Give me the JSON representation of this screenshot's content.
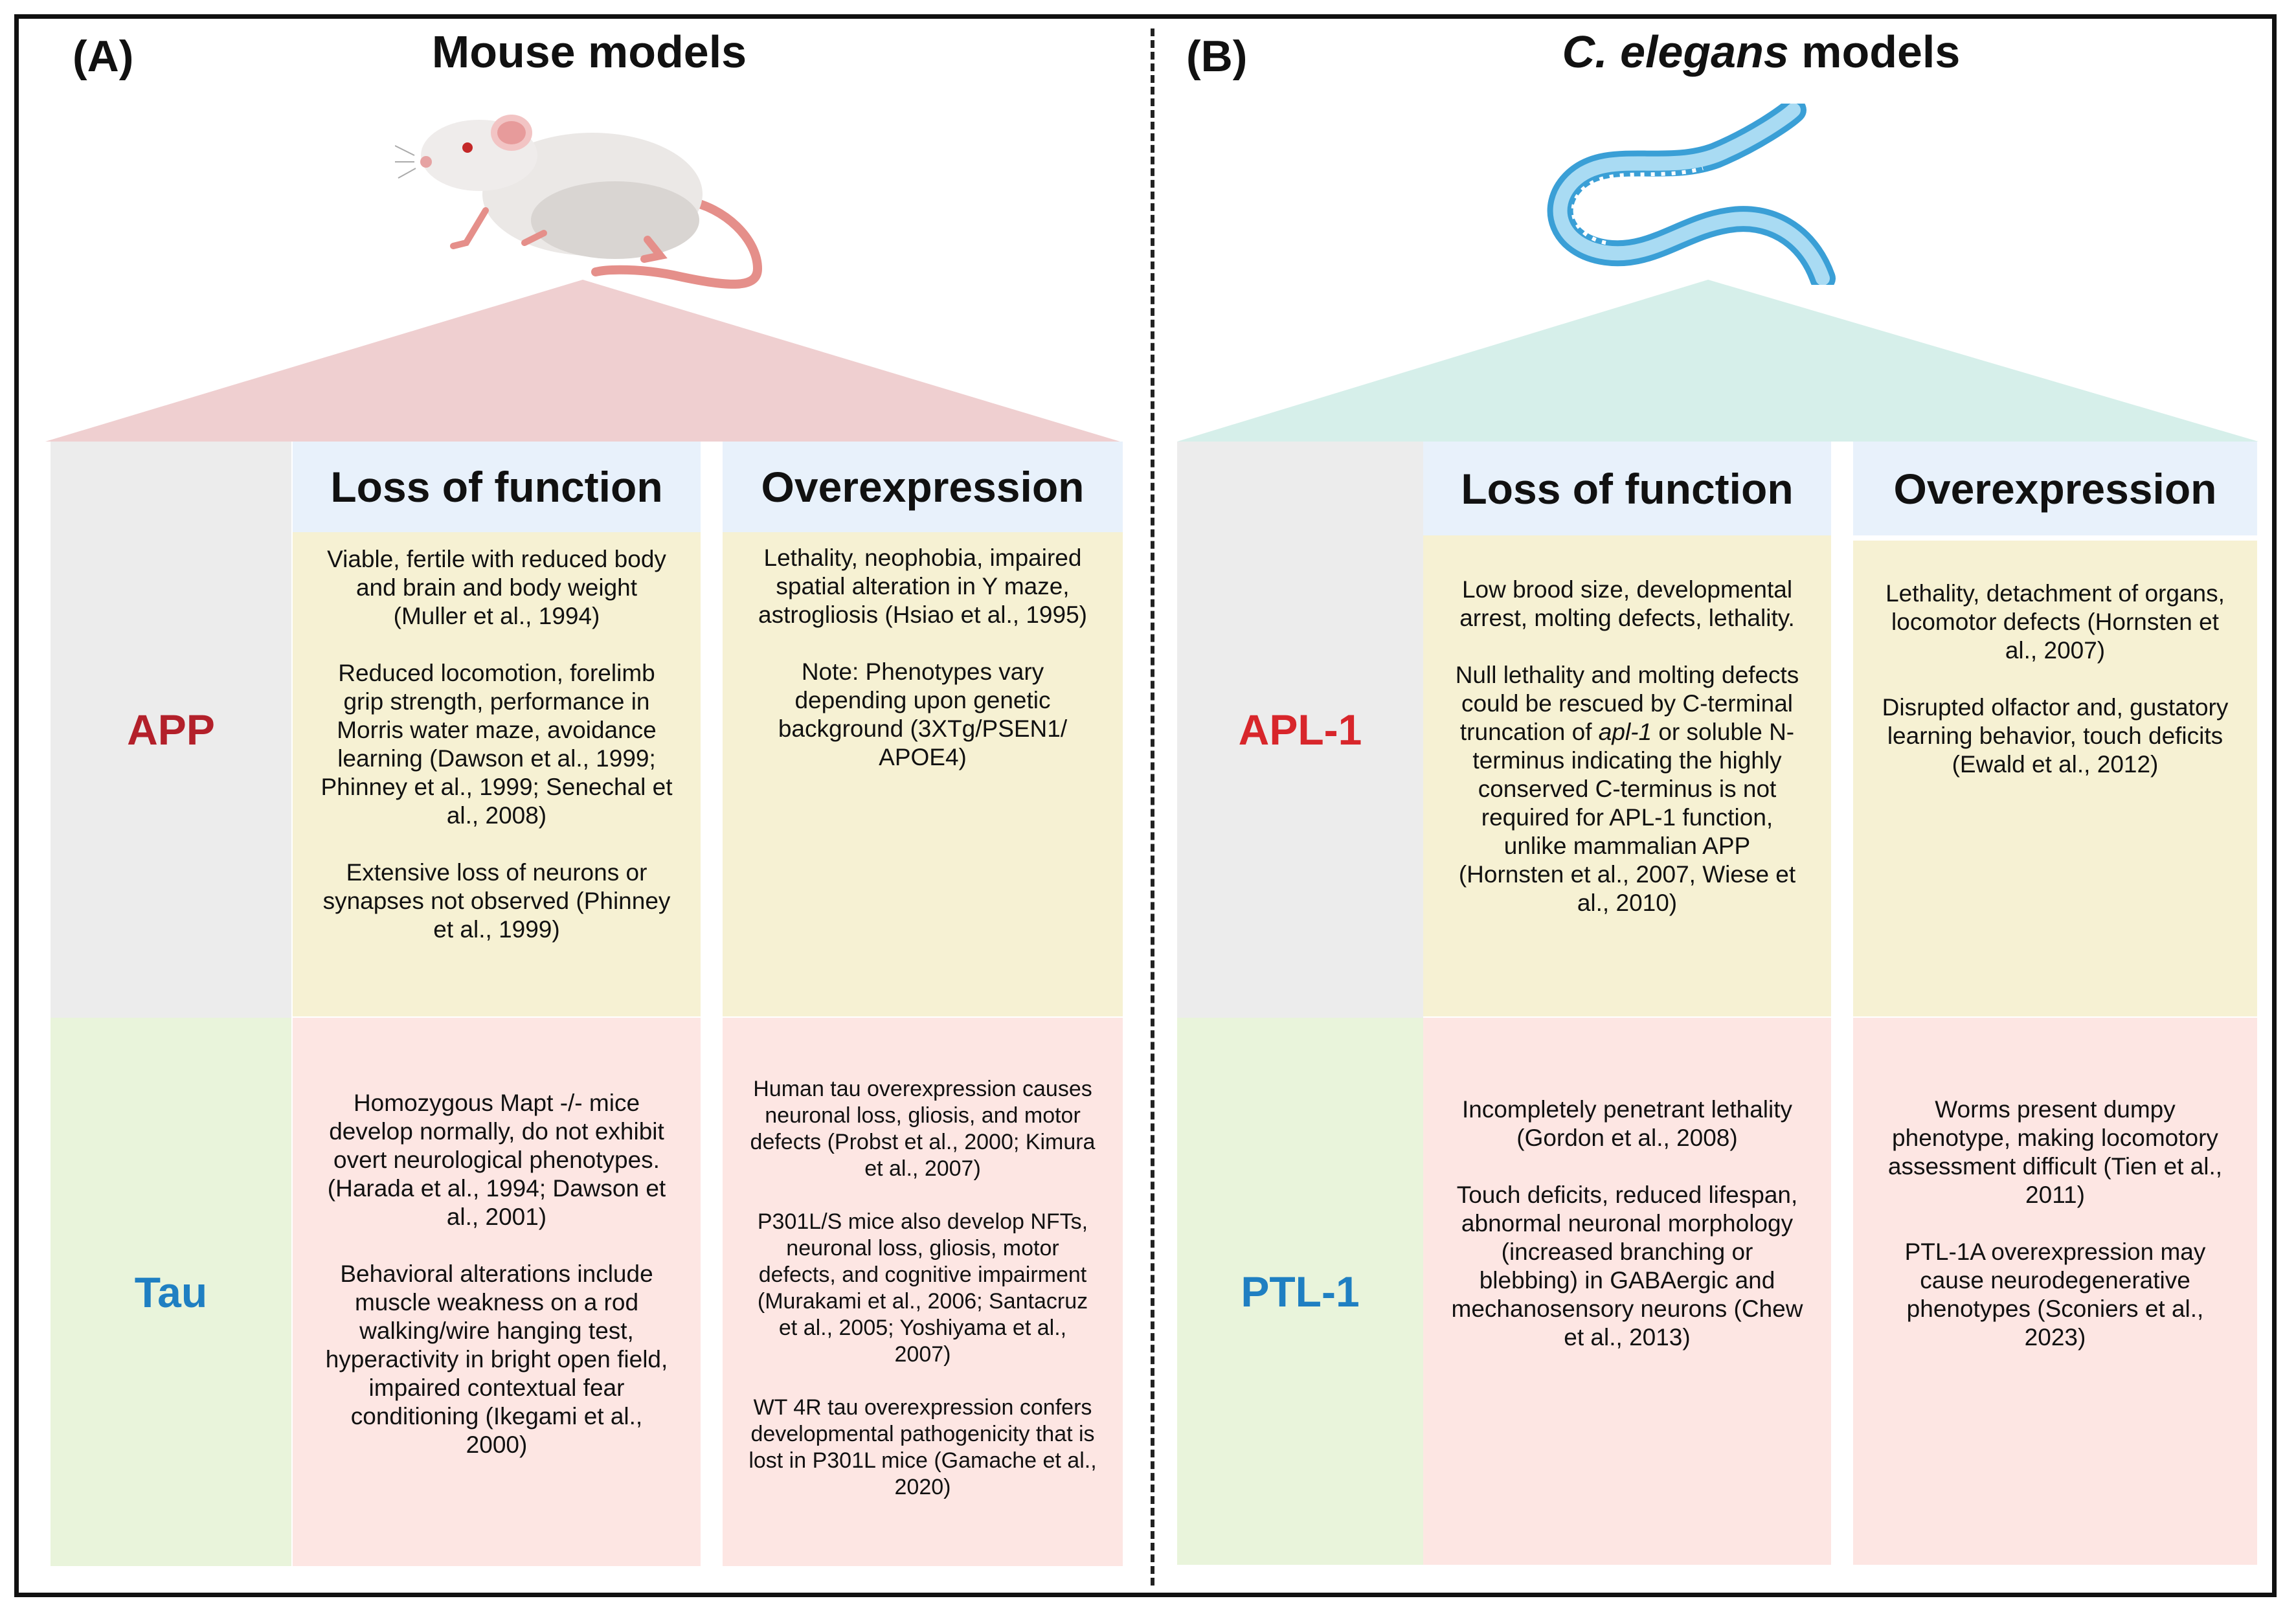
{
  "panel_a": {
    "letter": "(A)",
    "title": "Mouse models",
    "col_headers": [
      "Loss of function",
      "Overexpression"
    ],
    "rows": [
      {
        "label": "APP",
        "label_color": "#b3202a",
        "loss": [
          "Viable, fertile with reduced body and brain and body weight (Muller et al., 1994)",
          "Reduced locomotion, forelimb grip strength, performance in Morris water maze, avoidance learning (Dawson et al., 1999; Phinney et al., 1999; Senechal et al., 2008)",
          "Extensive loss of neurons or synapses not observed (Phinney et al., 1999)"
        ],
        "over": [
          "Lethality, neophobia, impaired spatial alteration in Y maze, astrogliosis (Hsiao et al., 1995)",
          "Note: Phenotypes vary depending upon genetic background (3XTg/PSEN1/ APOE4)"
        ]
      },
      {
        "label": "Tau",
        "label_color": "#1f7fc2",
        "loss": [
          "Homozygous Mapt -/- mice develop normally, do not exhibit overt neurological phenotypes. (Harada et al., 1994; Dawson et al., 2001)",
          "Behavioral alterations include muscle weakness on a rod walking/wire hanging test, hyperactivity in bright open field, impaired contextual fear conditioning (Ikegami et al., 2000)"
        ],
        "over": [
          "Human tau overexpression causes neuronal loss, gliosis, and motor defects (Probst et al., 2000; Kimura et al., 2007)",
          "P301L/S mice also develop NFTs, neuronal loss, gliosis, motor defects, and cognitive impairment (Murakami et al., 2006; Santacruz et al., 2005; Yoshiyama et al., 2007)",
          "WT 4R tau overexpression confers developmental pathogenicity that is lost in P301L mice (Gamache et al., 2020)"
        ]
      }
    ]
  },
  "panel_b": {
    "letter": "(B)",
    "title_italic": "C. elegans",
    "title_rest": " models",
    "col_headers": [
      "Loss of function",
      "Overexpression"
    ],
    "rows": [
      {
        "label": "APL-1",
        "label_color": "#d8262b",
        "loss_1": "Low brood size, developmental arrest, molting defects, lethality.",
        "loss_2_pre": "Null lethality and molting defects could be rescued by C-terminal truncation of ",
        "loss_2_italic": "apl-1",
        "loss_2_post": " or soluble N-terminus indicating the highly conserved C-terminus is not required for APL-1 function, unlike mammalian APP (Hornsten et al., 2007, Wiese et al., 2010)",
        "over": [
          "Lethality, detachment of organs, locomotor defects (Hornsten et al., 2007)",
          "Disrupted olfactor and, gustatory learning behavior, touch deficits (Ewald et al., 2012)"
        ]
      },
      {
        "label": "PTL-1",
        "label_color": "#1f7fc2",
        "loss": [
          "Incompletely penetrant lethality (Gordon et al., 2008)",
          "Touch deficits, reduced lifespan, abnormal neuronal morphology (increased branching or blebbing) in GABAergic and mechanosensory neurons (Chew et al., 2013)"
        ],
        "over": [
          "Worms present dumpy phenotype, making locomotory assessment difficult (Tien et al., 2011)",
          "PTL-1A overexpression may cause neurodegenerative phenotypes (Sconiers et al., 2023)"
        ]
      }
    ]
  },
  "icons": {
    "mouse": "mouse-illustration",
    "worm": "c-elegans-illustration"
  },
  "colors": {
    "roof_a": "#efcfd0",
    "roof_b": "#d6efea",
    "header_bg": "#e8f1fb",
    "yellow": "#f6f1d3",
    "pink": "#fde6e3",
    "grey": "#ececec",
    "green": "#e9f4db"
  }
}
